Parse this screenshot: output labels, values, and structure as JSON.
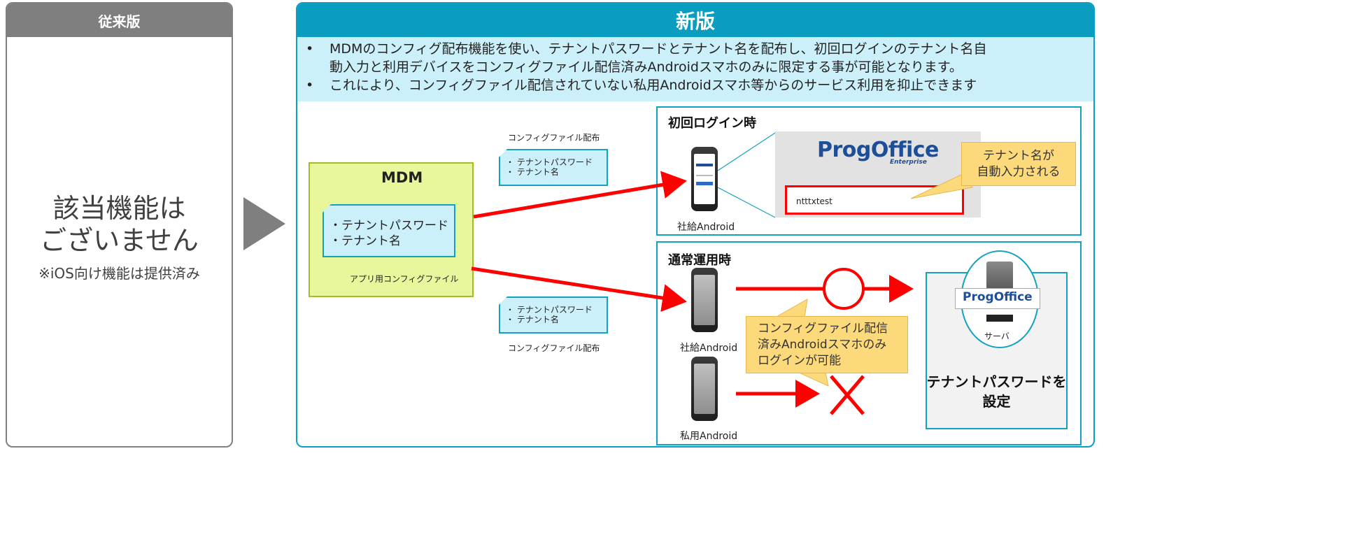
{
  "left": {
    "header": "従来版",
    "main_line1": "該当機能は",
    "main_line2": "ございません",
    "note": "※iOS向け機能は提供済み"
  },
  "right": {
    "header": "新版",
    "bullets": [
      {
        "dot": "•",
        "line1": "MDMのコンフィグ配布機能を使い、テナントパスワードとテナント名を配布し、初回ログインのテナント名自",
        "line2": "動入力と利用デバイスをコンフィグファイル配信済みAndroidスマホのみに限定する事が可能となります。"
      },
      {
        "dot": "•",
        "line1": "これにより、コンフィグファイル配信されていない私用Androidスマホ等からのサービス利用を抑止できます",
        "line2": ""
      }
    ]
  },
  "distribution": {
    "top_label": "コンフィグファイル配布",
    "bottom_label": "コンフィグファイル配布",
    "doc_item1": "・ テナントパスワード",
    "doc_item2": "・ テナント名"
  },
  "mdm": {
    "title": "MDM",
    "item1": "・テナントパスワード",
    "item2": "・テナント名",
    "file_label": "アプリ用コンフィグファイル"
  },
  "first_login": {
    "title": "初回ログイン時",
    "device_label": "社給Android",
    "logo": "ProgOffice",
    "logo_sub": "Enterprise",
    "input_value": "ntttxtest",
    "callout_line1": "テナント名が",
    "callout_line2": "自動入力される"
  },
  "normal_operation": {
    "title": "通常運用時",
    "device1_label": "社給Android",
    "device2_label": "私用Android",
    "callout_line1": "コンフィグファイル配信",
    "callout_line2": "済みAndroidスマホのみ",
    "callout_line3": "ログインが可能",
    "server_logo": "ProgOffice",
    "server_label": "サーバ",
    "server_caption_line1": "テナントパスワードを",
    "server_caption_line2": "設定"
  },
  "colors": {
    "accent": "#0a9dbf",
    "gray_header": "#7f7f7f",
    "light_blue": "#ccf0fa",
    "mdm_green": "#e8f79b",
    "callout_yellow": "#fcd97a",
    "arrow_red": "#ff0000"
  },
  "icons": [
    "play-arrow-icon",
    "phone-icon",
    "server-icon",
    "circle-ok-icon",
    "cross-ng-icon"
  ]
}
